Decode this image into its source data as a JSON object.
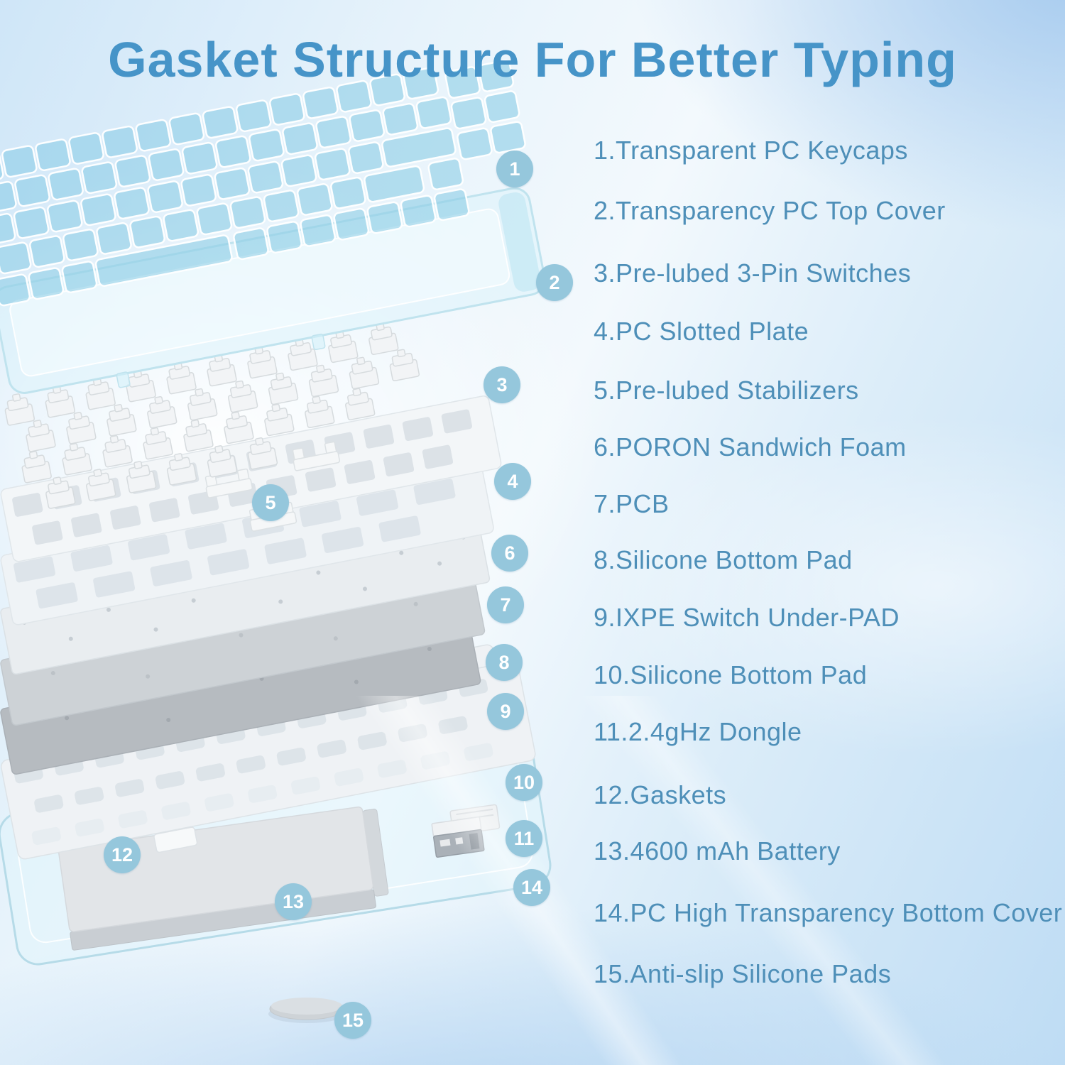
{
  "title": "Gasket Structure For Better Typing",
  "legend": {
    "items": [
      {
        "text": "1.Transparent PC Keycaps"
      },
      {
        "text": "2.Transparency PC Top Cover"
      },
      {
        "text": "3.Pre-lubed 3-Pin Switches"
      },
      {
        "text": "4.PC Slotted Plate"
      },
      {
        "text": "5.Pre-lubed Stabilizers"
      },
      {
        "text": "6.PORON Sandwich Foam"
      },
      {
        "text": "7.PCB"
      },
      {
        "text": "8.Silicone Bottom Pad"
      },
      {
        "text": "9.IXPE Switch Under-PAD"
      },
      {
        "text": "10.Silicone Bottom Pad"
      },
      {
        "text": "11.2.4gHz Dongle"
      },
      {
        "text": "12.Gaskets"
      },
      {
        "text": "13.4600 mAh Battery"
      },
      {
        "text": "14.PC High Transparency Bottom Cover"
      },
      {
        "text": "15.Anti-slip Silicone Pads"
      }
    ]
  },
  "badges": {
    "labels": [
      "1",
      "2",
      "3",
      "4",
      "5",
      "6",
      "7",
      "8",
      "9",
      "10",
      "11",
      "12",
      "13",
      "14",
      "15"
    ]
  },
  "colors": {
    "title_text": "#4694c8",
    "legend_text": "#4e8fb8",
    "badge_background": "#95c7dc",
    "badge_text": "#ffffff",
    "keycap_blue": "#9fd4ea",
    "background_blue": "#b5d4f0"
  }
}
